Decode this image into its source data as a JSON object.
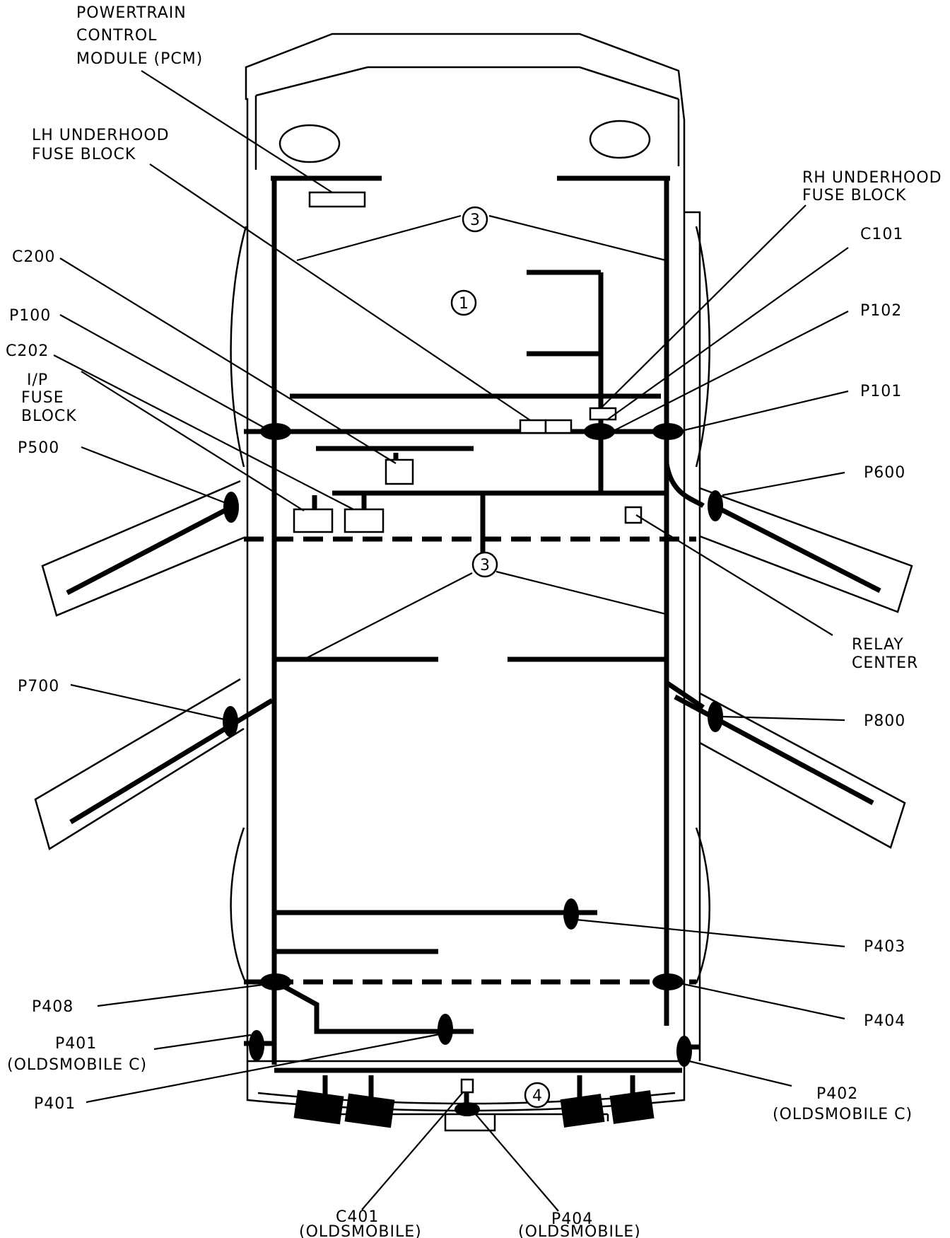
{
  "labels": {
    "pcm": [
      "POWERTRAIN",
      "CONTROL",
      "MODULE (PCM)"
    ],
    "lh_fuse": [
      "LH UNDERHOOD",
      "FUSE BLOCK"
    ],
    "rh_fuse": [
      "RH UNDERHOOD",
      "FUSE BLOCK"
    ],
    "c101": "C101",
    "c200": "C200",
    "p102": "P102",
    "p100": "P100",
    "c202": "C202",
    "ip_fuse": [
      "I/P",
      "FUSE",
      "BLOCK"
    ],
    "p101": "P101",
    "p500": "P500",
    "p600": "P600",
    "relay": [
      "RELAY",
      "CENTER"
    ],
    "p700": "P700",
    "p800": "P800",
    "p403": "P403",
    "p408": "P408",
    "p404": "P404",
    "p401_c": [
      "P401",
      "(OLDSMOBILE C)"
    ],
    "p402_c": [
      "P402",
      "(OLDSMOBILE C)"
    ],
    "p401": "P401",
    "c401": [
      "C401",
      "(OLDSMOBILE)"
    ],
    "p404_o": [
      "P404",
      "(OLDSMOBILE)"
    ]
  },
  "callouts": {
    "n1": "1",
    "n3a": "3",
    "n3b": "3",
    "n4": "4"
  }
}
